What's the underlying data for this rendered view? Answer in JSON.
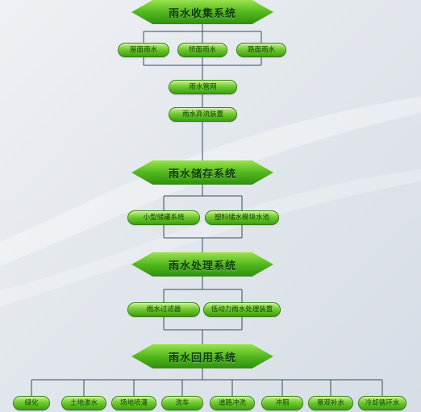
{
  "stages": {
    "collection": {
      "title": "雨水收集系统",
      "sources": [
        "屋面雨水",
        "桥面雨水",
        "路面雨水"
      ],
      "steps": [
        "雨水管网",
        "雨水弃流装置"
      ]
    },
    "storage": {
      "title": "雨水储存系统",
      "options": [
        "小型储罐系统",
        "塑料储水模块水池"
      ]
    },
    "treatment": {
      "title": "雨水处理系统",
      "options": [
        "雨水过滤器",
        "低动力雨水处理装置"
      ]
    },
    "reuse": {
      "title": "雨水回用系统",
      "uses": [
        "绿化",
        "土地渗水",
        "场地喷灌",
        "洗车",
        "道路冲洗",
        "冲厕",
        "景观补水",
        "冷却循环水"
      ]
    }
  },
  "colors": {
    "node_green": "#52b81d",
    "node_dark": "#2f8f10",
    "text_dark": "#083c00",
    "line": "#3a4a5a"
  }
}
